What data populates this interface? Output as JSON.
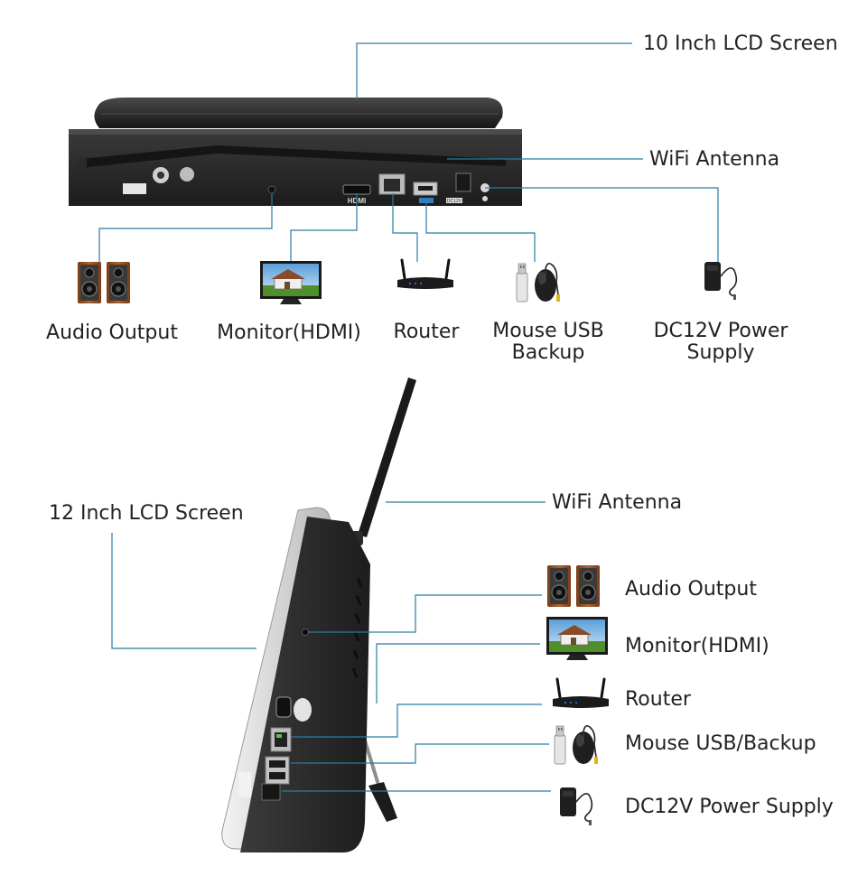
{
  "top_section": {
    "callouts": {
      "lcd": "10 Inch LCD Screen",
      "wifi": "WiFi Antenna"
    },
    "ports": {
      "hdmi": "HDMI",
      "dc": "DC12V"
    },
    "peripherals": {
      "audio": "Audio Output",
      "monitor": "Monitor(HDMI)",
      "router": "Router",
      "mouse_line1": "Mouse USB",
      "mouse_line2": "Backup",
      "power_line1": "DC12V Power",
      "power_line2": "Supply"
    }
  },
  "bottom_section": {
    "callouts": {
      "lcd": "12 Inch LCD Screen",
      "wifi": "WiFi Antenna",
      "audio": "Audio Output",
      "monitor": "Monitor(HDMI)",
      "router": "Router",
      "mouse": "Mouse USB/Backup",
      "power": "DC12V Power Supply"
    }
  },
  "colors": {
    "leader_line": "#2a7ba8",
    "device_body": "#2b2b2b",
    "screen_bezel": "#cfcfcf",
    "speaker_wood": "#9a4f22"
  }
}
